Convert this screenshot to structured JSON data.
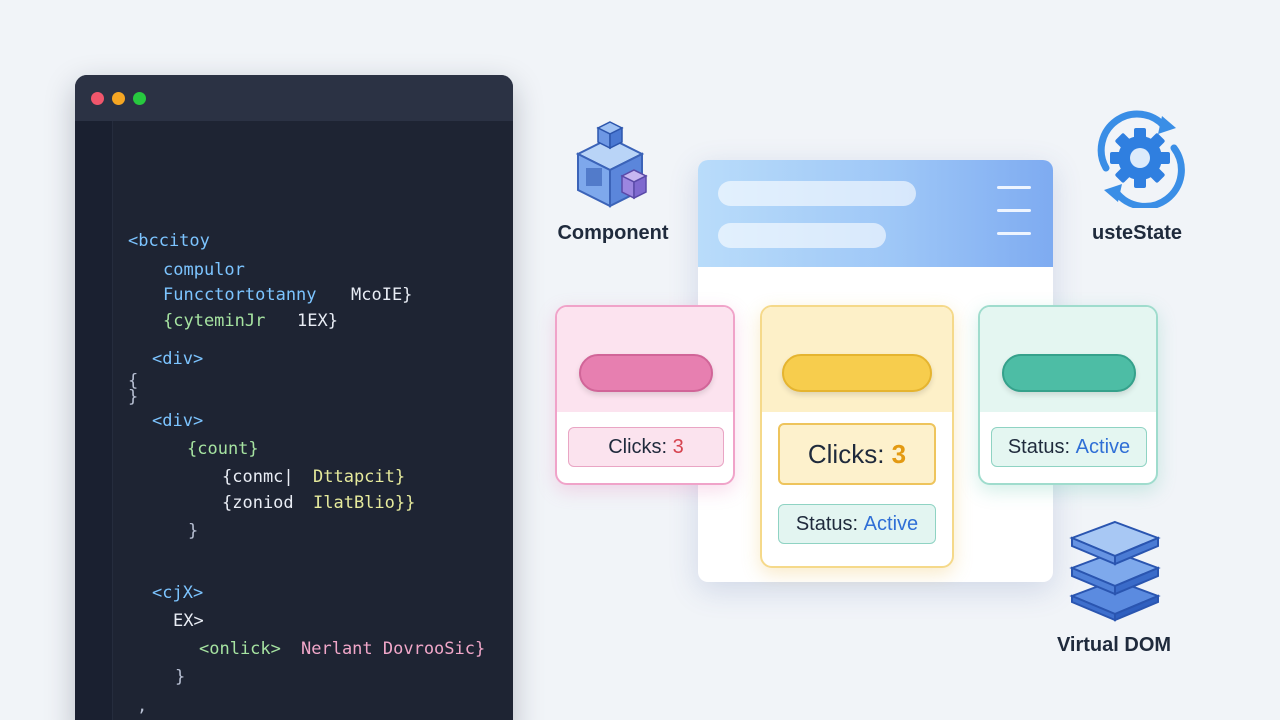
{
  "editor": {
    "lines": [
      {
        "text": "<bccitoy",
        "color": "c-blue"
      },
      {
        "text": "compulor",
        "color": "c-blue"
      },
      {
        "text": "Funcctortotanny",
        "color": "c-blue"
      },
      {
        "text": "McoΙΕ}",
        "color": "c-white"
      },
      {
        "text": "{cyteminJr",
        "color": "c-green"
      },
      {
        "text": "1EX}",
        "color": "c-white"
      },
      {
        "text": "<div>",
        "color": "c-blue"
      },
      {
        "text": "{",
        "color": "c-muted"
      },
      {
        "text": "}",
        "color": "c-muted"
      },
      {
        "text": "<div>",
        "color": "c-blue"
      },
      {
        "text": "{count}",
        "color": "c-green"
      },
      {
        "text": "{conmc|",
        "color": "c-white"
      },
      {
        "text": "Dttapcit}",
        "color": "c-yellow"
      },
      {
        "text": "{zoniod",
        "color": "c-white"
      },
      {
        "text": "IlatBlio}}",
        "color": "c-yellow"
      },
      {
        "text": "}",
        "color": "c-muted"
      },
      {
        "text": "<cjX>",
        "color": "c-blue"
      },
      {
        "text": "EX>",
        "color": "c-white"
      },
      {
        "text": "<onlick>",
        "color": "c-green"
      },
      {
        "text": "Nerlant DovrooSic}",
        "color": "c-pink"
      },
      {
        "text": "}",
        "color": "c-muted"
      },
      {
        "text": ",",
        "color": "c-muted"
      }
    ]
  },
  "concepts": {
    "component": "Component",
    "use_state": "usteState",
    "virtual_dom": "Virtual DOM"
  },
  "cards": {
    "pink": {
      "label": "Clicks:",
      "value": "3"
    },
    "yellow": {
      "label": "Clicks:",
      "value": "3",
      "status_label": "Status:",
      "status_value": "Active"
    },
    "teal": {
      "label": "Status:",
      "value": "Active"
    }
  },
  "colors": {
    "pink_button": "#e77fb0",
    "yellow_button": "#f7cd4d",
    "teal_button": "#4dbda5",
    "app_header": "#9ec7f7"
  }
}
